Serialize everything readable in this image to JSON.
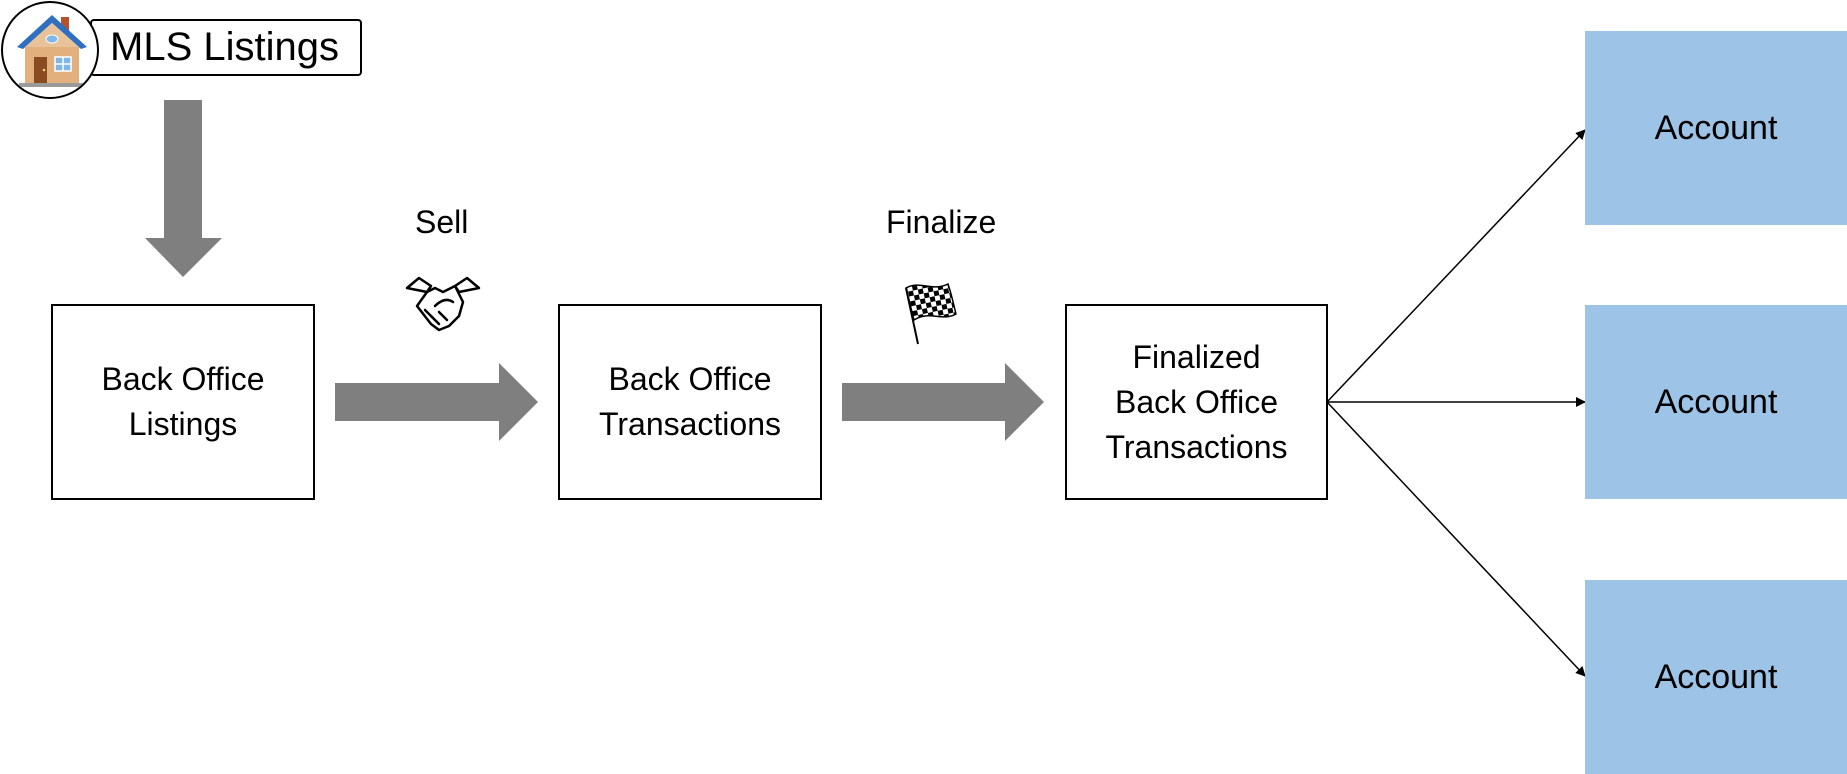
{
  "source": {
    "label": "MLS Listings",
    "icon": "house-icon"
  },
  "nodes": {
    "listings_line1": "Back Office",
    "listings_line2": "Listings",
    "transactions_line1": "Back Office",
    "transactions_line2": "Transactions",
    "finalized_line1": "Finalized",
    "finalized_line2": "Back Office",
    "finalized_line3": "Transactions"
  },
  "steps": {
    "sell": {
      "label": "Sell",
      "icon": "handshake-icon"
    },
    "finalize": {
      "label": "Finalize",
      "icon": "checkered-flag-icon"
    }
  },
  "accounts": [
    "Account",
    "Account",
    "Account"
  ],
  "colors": {
    "account_fill": "#9dc3e6",
    "arrow_fill": "#7f7f7f"
  }
}
